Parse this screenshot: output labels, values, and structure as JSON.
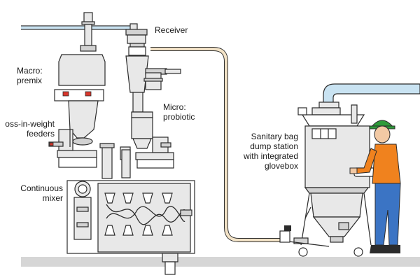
{
  "labels": {
    "receiver": "Receiver",
    "macro_premix": [
      "Macro:",
      "premix"
    ],
    "micro_probiotic": [
      "Micro:",
      "probiotic"
    ],
    "loss_in_weight_feeders": [
      "oss-in-weight",
      "feeders"
    ],
    "continuous_mixer": [
      "Continuous",
      "mixer"
    ],
    "bag_dump_station": [
      "Sanitary bag",
      "dump station",
      "with integrated",
      "glovebox"
    ]
  },
  "colors": {
    "equipment_fill": "#e8e8e8",
    "equipment_stroke": "#2b2b2b",
    "pipe_blue": "#c9e3f2",
    "vacuum_line": "#f3e3c7",
    "valve_red": "#d9362b",
    "floor": "#d6d6d6",
    "worker_shirt": "#f0821e",
    "worker_pants": "#3b74c4",
    "hard_hat": "#2e9b3a",
    "skin": "#f2c9a4"
  }
}
